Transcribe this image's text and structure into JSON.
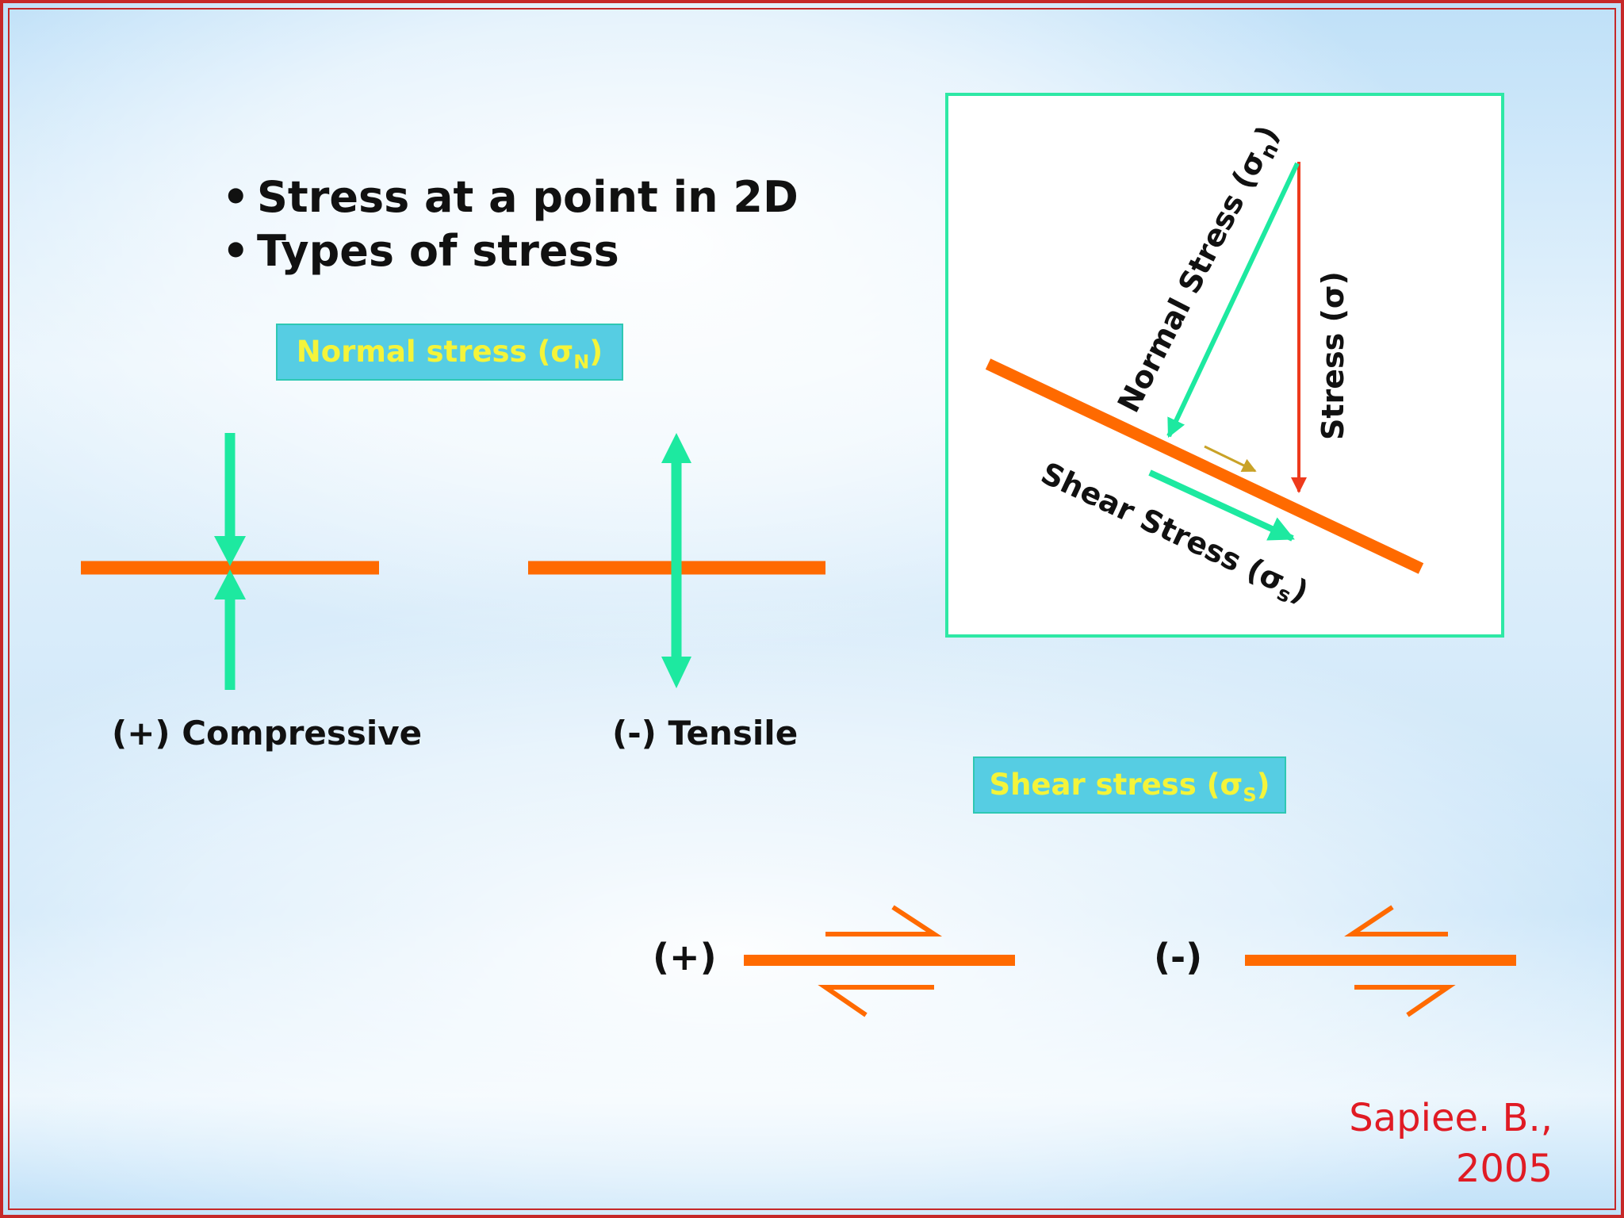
{
  "bullets": [
    "Stress at a point in 2D",
    "Types of stress"
  ],
  "normal_stress_box": {
    "text": "Normal stress (σ",
    "sub": "N",
    "close": ")"
  },
  "shear_stress_box": {
    "text": "Shear stress (σ",
    "sub": "S",
    "close": ")"
  },
  "captions": {
    "compressive": "(+) Compressive",
    "tensile": "(-) Tensile",
    "shear_positive": "(+)",
    "shear_negative": "(-)"
  },
  "inset": {
    "stress": "Stress (σ)",
    "normal_stress": "Normal Stress (σ",
    "normal_stress_sub": "n",
    "shear_stress": "Shear Stress (σ",
    "shear_stress_sub": "s",
    "close": ")"
  },
  "credit": {
    "line1": "Sapiee. B.,",
    "line2": "2005"
  },
  "colors": {
    "border": "#c62828",
    "plane": "#ff6a00",
    "arrow": "#1de9a0",
    "stress_arrow": "#ee3a1c",
    "label_box_bg": "#56cde3",
    "label_box_text": "#f4f43a",
    "credit": "#e01b24"
  }
}
